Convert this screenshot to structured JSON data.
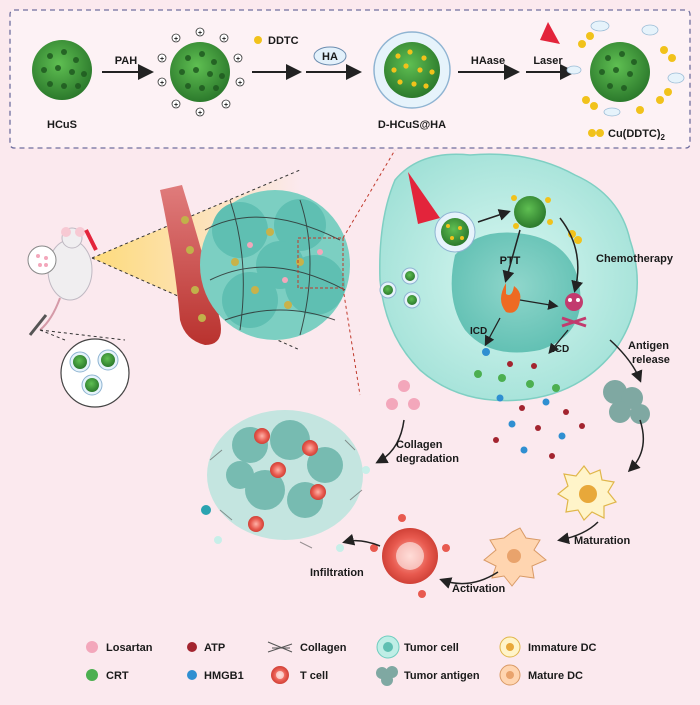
{
  "top": {
    "hcus": "HCuS",
    "pah": "PAH",
    "ddtc": "DDTC",
    "ha": "HA",
    "dhcus": "D-HCuS@HA",
    "haase": "HAase",
    "laser": "Laser",
    "cu_main": "Cu(DDTC)",
    "cu_sub": "2"
  },
  "cell": {
    "ptt": "PTT",
    "chemo": "Chemotherapy",
    "icd_left": "ICD",
    "icd_right": "ICD",
    "antigen_line1": "Antigen",
    "antigen_line2": "release",
    "maturation": "Maturation",
    "activation": "Activation",
    "infiltration": "Infiltration",
    "collagen_line1": "Collagen",
    "collagen_line2": "degradation"
  },
  "legend": {
    "losartan": "Losartan",
    "atp": "ATP",
    "collagen": "Collagen",
    "tumor_cell": "Tumor cell",
    "immature_dc": "Immature DC",
    "crt": "CRT",
    "hmgb1": "HMGB1",
    "t_cell": "T cell",
    "tumor_antigen": "Tumor antigen",
    "mature_dc": "Mature DC"
  },
  "colors": {
    "background": "#fbe9ee",
    "nanoparticle_green": "#3f9a3c",
    "ddtc_yellow": "#f1c21b",
    "cell_teal": "#bfeee6",
    "losartan_pink": "#f3a7bb",
    "atp_red": "#a3242f",
    "hmgb1_blue": "#2f8fd1",
    "crt_green": "#4caf50"
  }
}
